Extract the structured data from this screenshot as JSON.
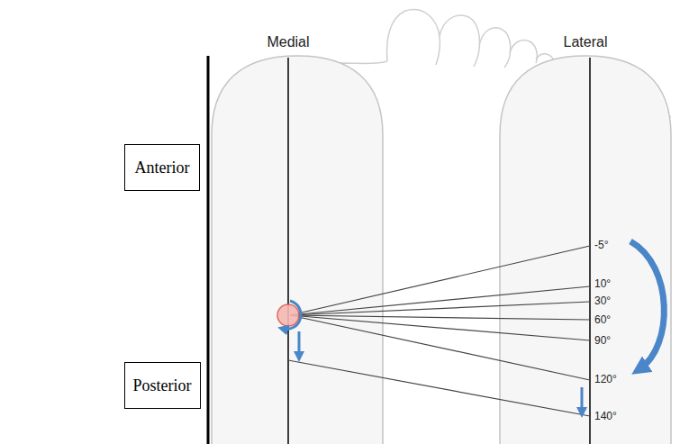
{
  "diagram": {
    "nodes": [
      {
        "text": [
          "Anterior"
        ]
      },
      {
        "text": [
          "Posterior"
        ]
      }
    ],
    "labels": [
      "Medial",
      "Lateral",
      "-5°",
      "10°",
      "30°",
      "60°",
      "90°",
      "120°",
      "140°"
    ]
  }
}
